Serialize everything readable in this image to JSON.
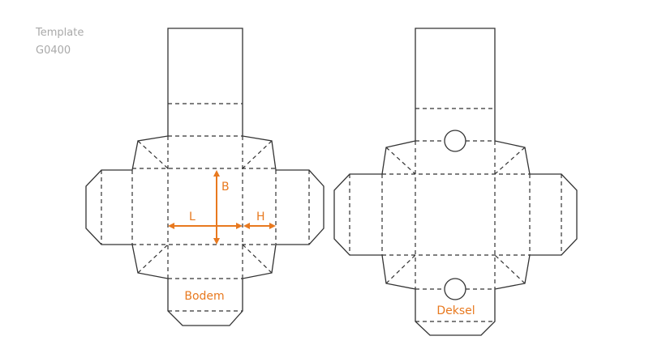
{
  "template": {
    "label": "Template",
    "code": "G0400"
  },
  "dimensions": {
    "length": "L",
    "width": "B",
    "height": "H"
  },
  "boxes": [
    {
      "name": "Bodem"
    },
    {
      "name": "Deksel"
    }
  ],
  "colors": {
    "accent": "#e8791f",
    "line": "#333333",
    "muted": "#a9a9a9"
  }
}
